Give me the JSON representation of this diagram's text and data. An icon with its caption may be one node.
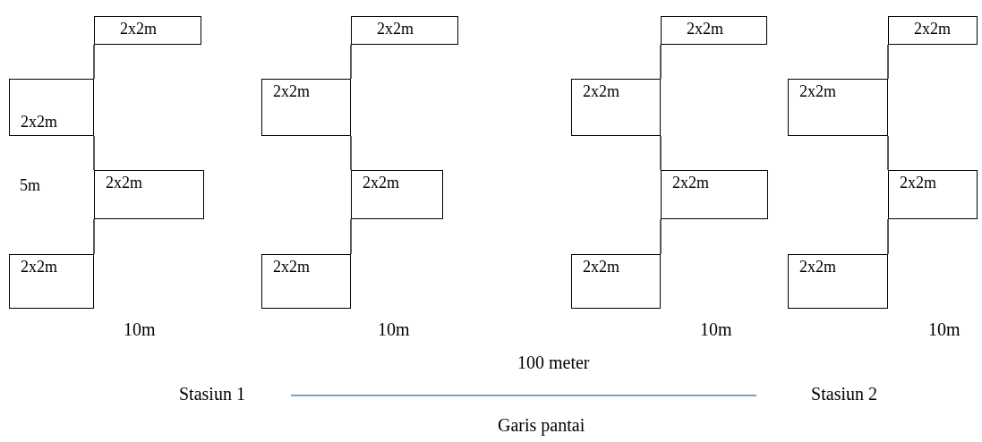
{
  "diagram": {
    "nodes": [
      {
        "text": [
          "2x2m"
        ]
      },
      {
        "text": [
          "2x2m"
        ]
      },
      {
        "text": [
          "2x2m"
        ]
      },
      {
        "text": [
          "2x2m"
        ]
      },
      {
        "text": [
          "2x2m"
        ]
      },
      {
        "text": [
          "2x2m"
        ]
      },
      {
        "text": [
          "2x2m"
        ]
      },
      {
        "text": [
          "2x2m"
        ]
      },
      {
        "text": [
          "2x2m"
        ]
      },
      {
        "text": [
          "2x2m"
        ]
      },
      {
        "text": [
          "2x2m"
        ]
      },
      {
        "text": [
          "2x2m"
        ]
      },
      {
        "text": [
          "2x2m"
        ]
      },
      {
        "text": [
          "2x2m"
        ]
      },
      {
        "text": [
          "2x2m"
        ]
      },
      {
        "text": [
          "2x2m"
        ]
      },
      {
        "text": [
          "Stasiun 1"
        ]
      },
      {
        "text": [
          "Stasiun 2"
        ]
      }
    ],
    "edges": [
      {
        "from": 0,
        "to": 1,
        "arrow": "none"
      },
      {
        "from": 1,
        "to": 2,
        "arrow": "none"
      },
      {
        "from": 2,
        "to": 3,
        "arrow": "none"
      },
      {
        "from": 4,
        "to": 5,
        "arrow": "none"
      },
      {
        "from": 5,
        "to": 6,
        "arrow": "none"
      },
      {
        "from": 6,
        "to": 7,
        "arrow": "none"
      },
      {
        "from": 8,
        "to": 9,
        "arrow": "none"
      },
      {
        "from": 9,
        "to": 10,
        "arrow": "none"
      },
      {
        "from": 10,
        "to": 11,
        "arrow": "none"
      },
      {
        "from": 12,
        "to": 13,
        "arrow": "none"
      },
      {
        "from": 13,
        "to": 14,
        "arrow": "none"
      },
      {
        "from": 14,
        "to": 15,
        "arrow": "none"
      },
      {
        "from": 16,
        "to": 17,
        "arrow": "none",
        "color": "#4f81bd"
      }
    ],
    "labels": [
      "5m",
      "10m",
      "10m",
      "10m",
      "10m",
      "100 meter",
      "Garis pantai"
    ]
  }
}
